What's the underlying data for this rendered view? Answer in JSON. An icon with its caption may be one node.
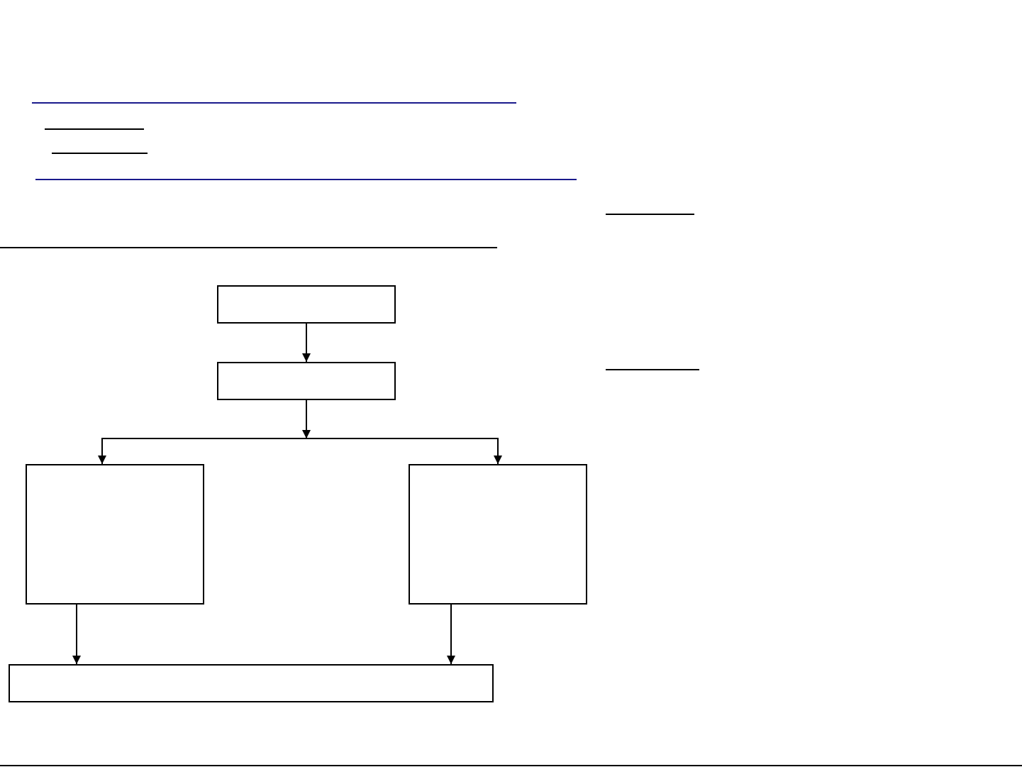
{
  "diagram": {
    "nodes": [
      {
        "text": [],
        "shape": "box"
      },
      {
        "text": [],
        "shape": "box"
      },
      {
        "text": [],
        "shape": "box"
      },
      {
        "text": [],
        "shape": "box"
      },
      {
        "text": [],
        "shape": "box"
      }
    ],
    "edges": [
      {
        "from": 0,
        "to": 1,
        "arrow": "to"
      },
      {
        "from": 1,
        "to": 2,
        "arrow": "to"
      },
      {
        "from": 1,
        "to": 3,
        "arrow": "to"
      },
      {
        "from": 2,
        "to": 4,
        "arrow": "to"
      },
      {
        "from": 3,
        "to": 4,
        "arrow": "to"
      }
    ]
  }
}
